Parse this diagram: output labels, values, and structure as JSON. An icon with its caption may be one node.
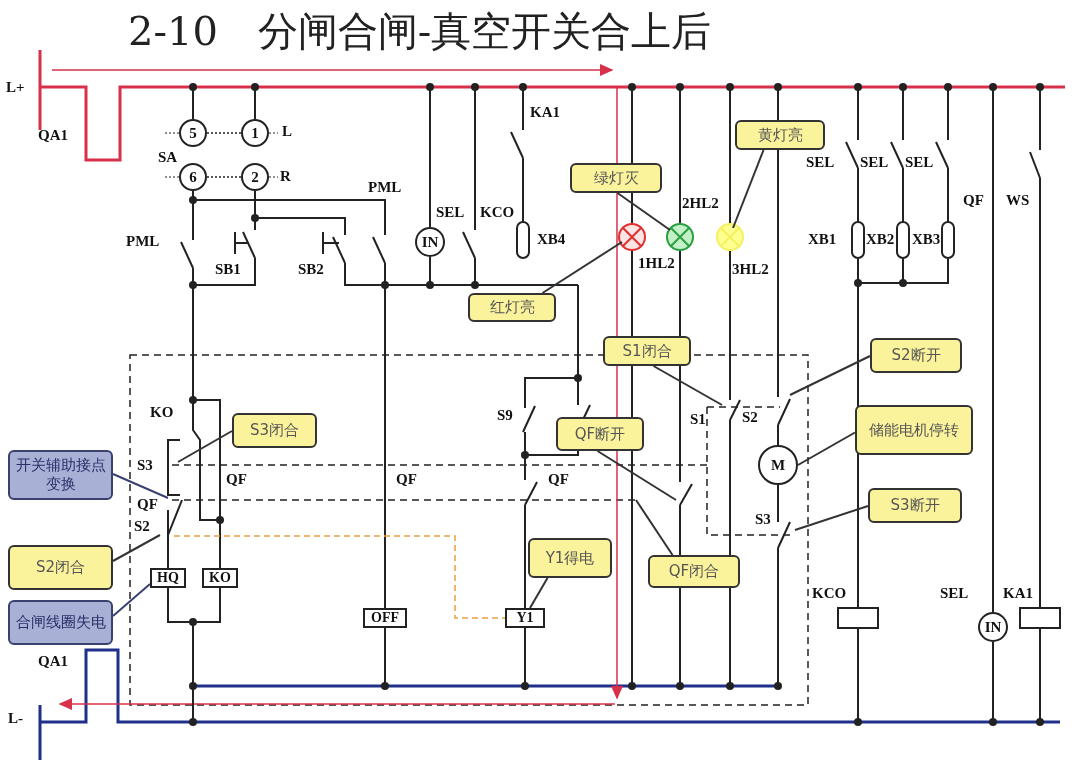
{
  "diagram": {
    "title": "2-10　分闸合闸-真空开关合上后",
    "nodes": [
      {
        "text": [
          "5"
        ]
      },
      {
        "text": [
          "1"
        ]
      },
      {
        "text": [
          "6"
        ]
      },
      {
        "text": [
          "2"
        ]
      },
      {
        "text": [
          "IN"
        ]
      },
      {
        "text": [
          "HQ"
        ]
      },
      {
        "text": [
          "KO"
        ]
      },
      {
        "text": [
          "OFF"
        ]
      },
      {
        "text": [
          "Y1"
        ]
      },
      {
        "text": [
          "M"
        ]
      },
      {
        "text": [
          "IN"
        ]
      },
      {
        "text": [
          "绿灯灭"
        ]
      },
      {
        "text": [
          "黄灯亮"
        ]
      },
      {
        "text": [
          "红灯亮"
        ]
      },
      {
        "text": [
          "S1闭合"
        ]
      },
      {
        "text": [
          "S2断开"
        ]
      },
      {
        "text": [
          "S3闭合"
        ]
      },
      {
        "text": [
          "储能电机停转"
        ]
      },
      {
        "text": [
          "QF断开"
        ]
      },
      {
        "text": [
          "开关辅助接点变换"
        ]
      },
      {
        "text": [
          "S2闭合"
        ]
      },
      {
        "text": [
          "Y1得电"
        ]
      },
      {
        "text": [
          "QF闭合"
        ]
      },
      {
        "text": [
          "S3断开"
        ]
      },
      {
        "text": [
          "合闸线圈失电"
        ]
      }
    ],
    "edges": [
      {
        "from": 0,
        "to": 1,
        "arrow": "none",
        "style": "dashed"
      },
      {
        "from": 2,
        "to": 3,
        "arrow": "none",
        "style": "dashed"
      },
      {
        "from": 11,
        "to": null,
        "arrow": "none"
      },
      {
        "from": 12,
        "to": null,
        "arrow": "none"
      },
      {
        "from": 13,
        "to": null,
        "arrow": "none"
      },
      {
        "from": 14,
        "to": null,
        "arrow": "none"
      },
      {
        "from": 15,
        "to": null,
        "arrow": "none"
      },
      {
        "from": 16,
        "to": null,
        "arrow": "none"
      },
      {
        "from": 17,
        "to": 9,
        "arrow": "none"
      },
      {
        "from": 18,
        "to": null,
        "arrow": "none"
      },
      {
        "from": 19,
        "to": null,
        "arrow": "none"
      },
      {
        "from": 20,
        "to": null,
        "arrow": "none"
      },
      {
        "from": 21,
        "to": 8,
        "arrow": "none"
      },
      {
        "from": 22,
        "to": null,
        "arrow": "none"
      },
      {
        "from": 23,
        "to": null,
        "arrow": "none"
      },
      {
        "from": 24,
        "to": 5,
        "arrow": "none"
      },
      {
        "from": null,
        "to": 8,
        "arrow": "none",
        "style": "dashed",
        "color": "#e8a040"
      },
      {
        "from": 5,
        "to": 6,
        "arrow": "none"
      }
    ],
    "labels": [
      "L+",
      "QA1",
      "SA",
      "L",
      "R",
      "PML",
      "PML",
      "SB1",
      "SB2",
      "SEL",
      "KCO",
      "KA1",
      "XB4",
      "1HL2",
      "2HL2",
      "3HL2",
      "SEL",
      "SEL",
      "SEL",
      "XB1",
      "XB2",
      "XB3",
      "QF",
      "WS",
      "KO",
      "S3",
      "QF",
      "QF",
      "S2",
      "QF",
      "S9",
      "QF",
      "S1",
      "S2",
      "S3",
      "KCO",
      "SEL",
      "KA1",
      "QA1",
      "L-"
    ]
  }
}
